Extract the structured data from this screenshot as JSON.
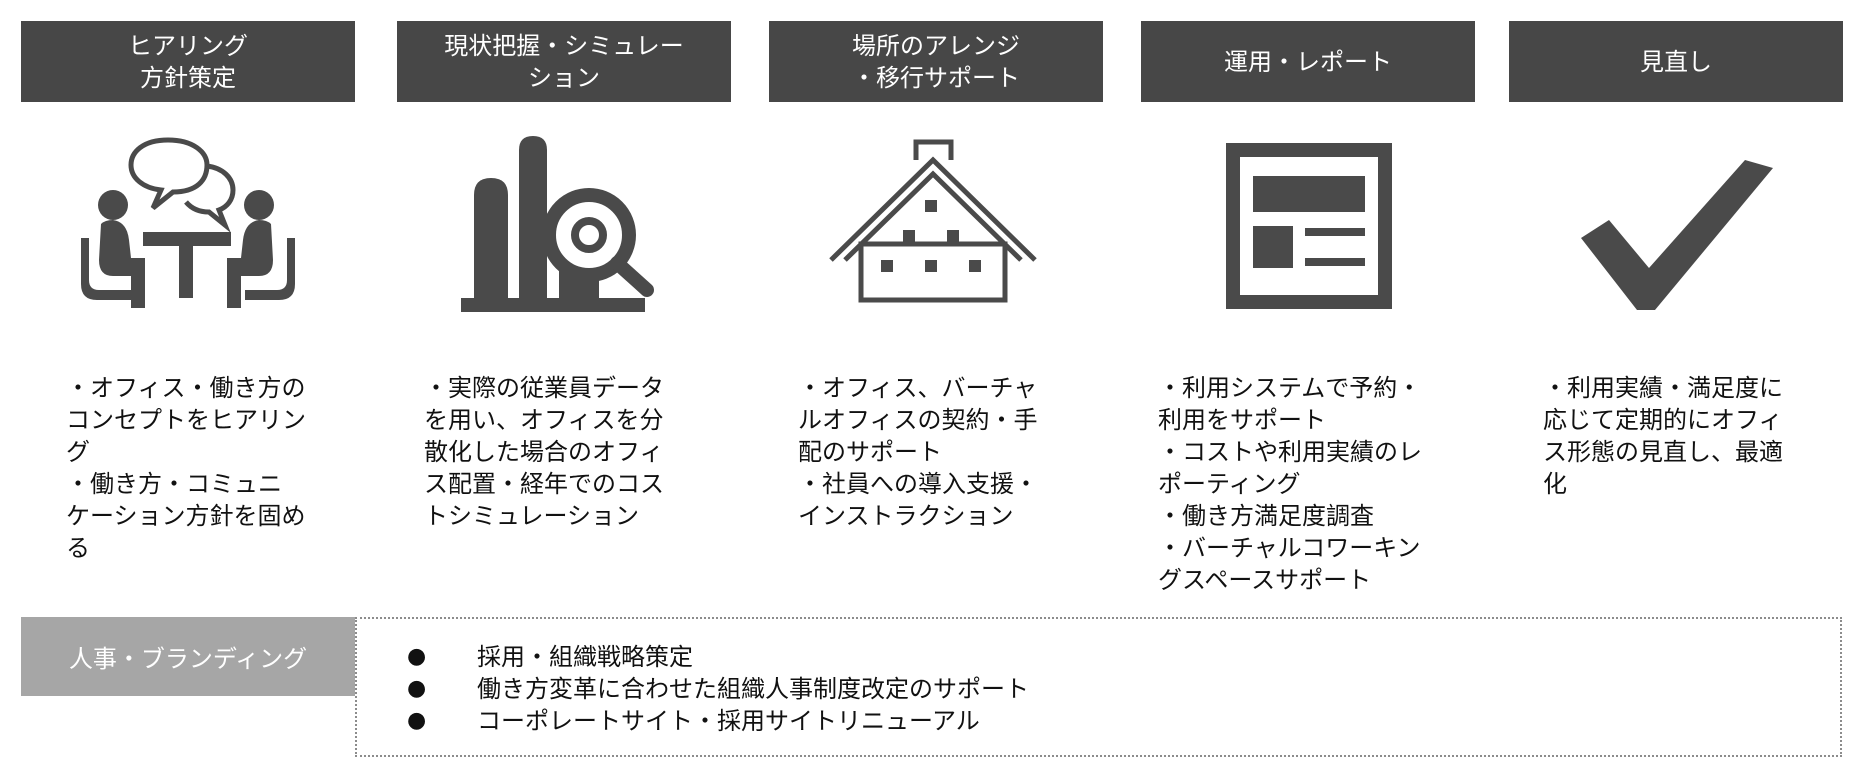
{
  "steps": [
    {
      "title": "ヒアリング\n方針策定",
      "icon": "meeting-icon",
      "description": "・オフィス・働き方の\nコンセプトをヒアリン\nグ\n・働き方・コミュニ\nケーション方針を固め\nる"
    },
    {
      "title": "現状把握・シミュレー\nション",
      "icon": "chart-search-icon",
      "description": "・実際の従業員データ\nを用い、オフィスを分\n散化した場合のオフィ\nス配置・経年でのコス\nトシミュレーション"
    },
    {
      "title": "場所のアレンジ\n・移行サポート",
      "icon": "building-icon",
      "description": "・オフィス、バーチャ\nルオフィスの契約・手\n配のサポート\n・社員への導入支援・\nインストラクション"
    },
    {
      "title": "運用・レポート",
      "icon": "report-icon",
      "description": "・利用システムで予約・\n利用をサポート\n・コストや利用実績のレ\nポーティング\n・働き方満足度調査\n・バーチャルコワーキン\nグスペースサポート"
    },
    {
      "title": "見直し",
      "icon": "checkmark-icon",
      "description": "・利用実績・満足度に\n応じて定期的にオフィ\nス形態の見直し、最適\n化"
    }
  ],
  "hr": {
    "label": "人事・ブランディング",
    "bullet": "●",
    "items": [
      "採用・組織戦略策定",
      "働き方変革に合わせた組織人事制度改定のサポート",
      "コーポレートサイト・採用サイトリニューアル"
    ]
  },
  "colors": {
    "header_bg": "#474747",
    "icon": "#4a4a4a",
    "hr_label_bg": "#a6a6a6",
    "border": "#8c8c8c"
  }
}
